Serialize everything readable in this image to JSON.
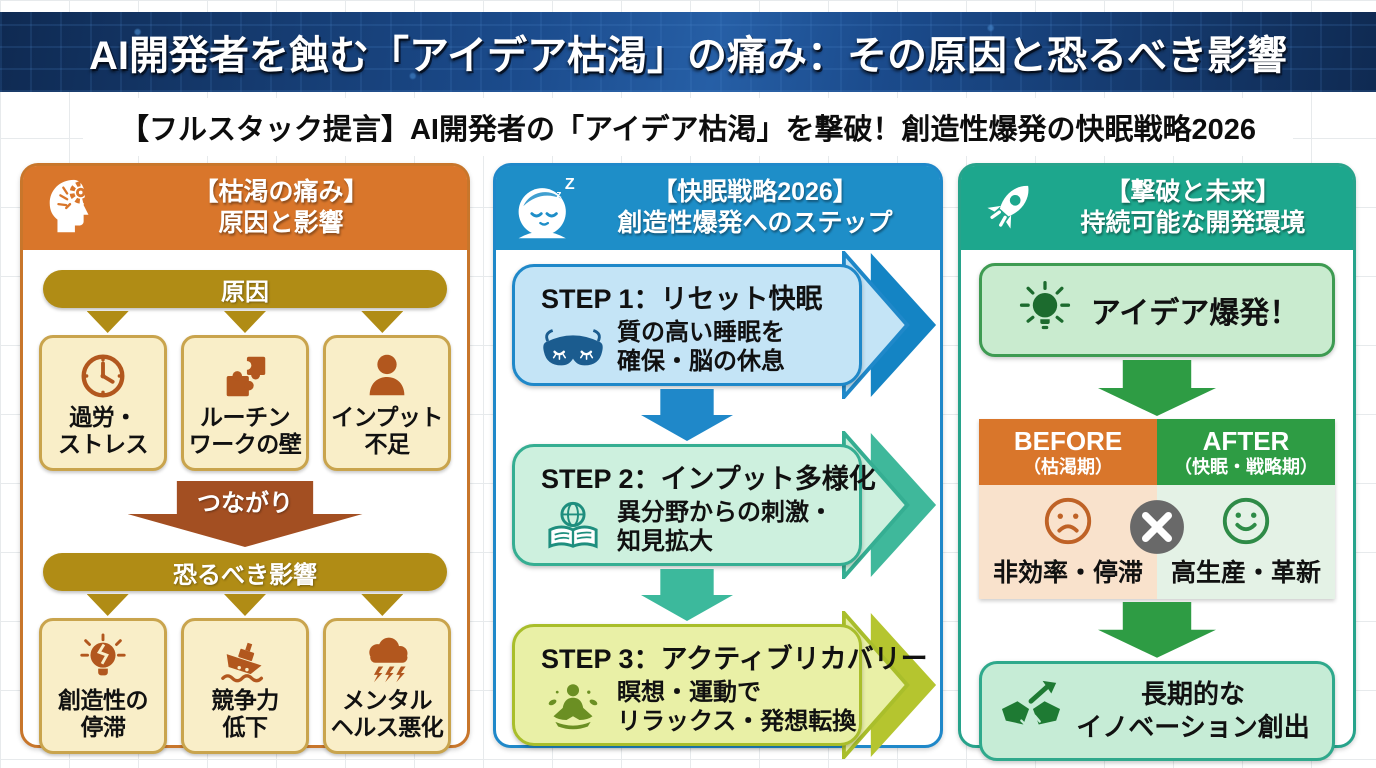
{
  "page": {
    "title": "AI開発者を蝕む「アイデア枯渇」の痛み：その原因と恐るべき影響",
    "subtitle": "【フルスタック提言】AI開発者の「アイデア枯渇」を撃破！創造性爆発の快眠戦略2026"
  },
  "pain_column": {
    "icon": "head-gears-icon",
    "title_line1": "【枯渇の痛み】",
    "title_line2": "原因と影響",
    "causes_label": "原因",
    "causes": [
      {
        "icon": "clock-icon",
        "line1": "過労・",
        "line2": "ストレス"
      },
      {
        "icon": "puzzle-icon",
        "line1": "ルーチン",
        "line2": "ワークの壁"
      },
      {
        "icon": "person-icon",
        "line1": "インプット",
        "line2": "不足"
      }
    ],
    "connector_label": "つながり",
    "effects_label": "恐るべき影響",
    "effects": [
      {
        "icon": "broken-bulb-icon",
        "line1": "創造性の",
        "line2": "停滞"
      },
      {
        "icon": "sinking-ship-icon",
        "line1": "競争力",
        "line2": "低下"
      },
      {
        "icon": "storm-cloud-icon",
        "line1": "メンタル",
        "line2": "ヘルス悪化"
      }
    ]
  },
  "strategy_column": {
    "icon": "sleeping-face-icon",
    "icon_z_small": "z",
    "icon_z_big": "Z",
    "title_line1": "【快眠戦略2026】",
    "title_line2": "創造性爆発へのステップ",
    "steps": [
      {
        "icon": "sleep-mask-icon",
        "title": "STEP 1：リセット快眠",
        "desc_line1": "質の高い睡眠を",
        "desc_line2": "確保・脳の休息"
      },
      {
        "icon": "globe-book-icon",
        "title": "STEP 2：インプット多様化",
        "desc_line1": "異分野からの刺激・",
        "desc_line2": "知見拡大"
      },
      {
        "icon": "meditation-icon",
        "title": "STEP 3：アクティブリカバリー",
        "desc_line1": "瞑想・運動で",
        "desc_line2": "リラックス・発想転換"
      }
    ]
  },
  "future_column": {
    "icon": "rocket-icon",
    "title_line1": "【撃破と未来】",
    "title_line2": "持続可能な開発環境",
    "idea_icon": "lightbulb-icon",
    "idea_label": "アイデア爆発！",
    "comparison": {
      "before_label": "BEFORE",
      "before_sublabel": "（枯渇期）",
      "before_icon": "sad-face-icon",
      "before_value": "非効率・停滞",
      "divider_icon": "x-mark-icon",
      "after_label": "AFTER",
      "after_sublabel": "（快眠・戦略期）",
      "after_icon": "smiley-face-icon",
      "after_value": "高生産・革新"
    },
    "outcome_icon": "handshake-growth-icon",
    "outcome_line1": "長期的な",
    "outcome_line2": "イノベーション創出"
  },
  "palette": {
    "banner_navy": "#14315E",
    "pain_orange": "#D9762B",
    "gold": "#B08C15",
    "brown_arrow": "#A34F22",
    "cream": "#F9EEC8",
    "cream_border": "#C9A44D",
    "icon_rust": "#B2571E",
    "strategy_blue": "#1E8EC8",
    "step1_fill": "#C4E4F6",
    "step2_fill": "#CDF0DE",
    "step2_accent": "#35AE92",
    "step3_fill": "#E9F0A6",
    "step3_accent": "#A9BE2B",
    "future_teal": "#1DA78D",
    "green": "#2E9C44",
    "light_green": "#C9EBCF",
    "before_bg": "#F9E2CC",
    "after_bg": "#E4F2E6",
    "x_gray": "#696969"
  }
}
